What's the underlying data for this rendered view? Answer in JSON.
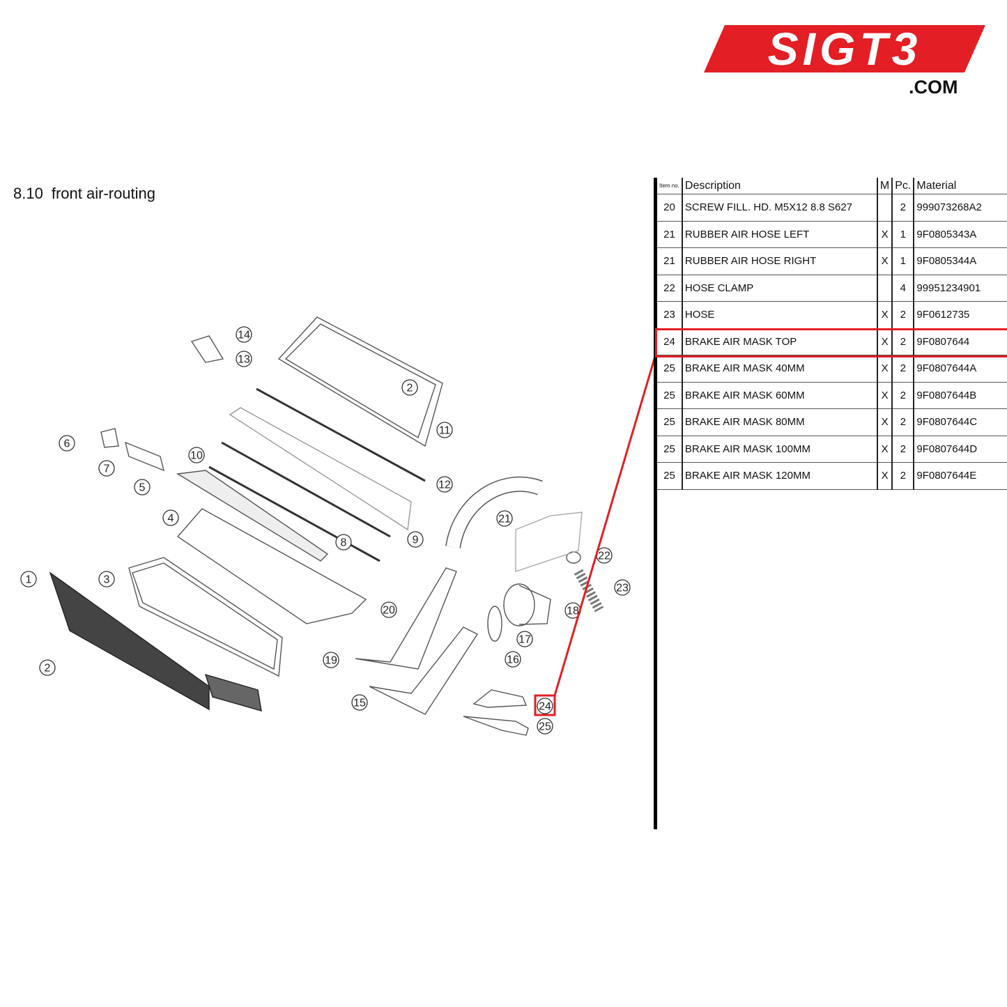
{
  "logo": {
    "text": "SIGT3",
    "domain": ".COM",
    "color": "#e31e24"
  },
  "section": {
    "number": "8.10",
    "title": "front air-routing"
  },
  "table": {
    "headers": {
      "item": "Item no.",
      "description": "Description",
      "m": "M",
      "pc": "Pc.",
      "material": "Material"
    },
    "rows": [
      {
        "item": "20",
        "description": "SCREW FILL. HD. M5X12 8.8 S627",
        "m": "",
        "pc": "2",
        "material": "999073268A2"
      },
      {
        "item": "21",
        "description": "RUBBER AIR HOSE LEFT",
        "m": "X",
        "pc": "1",
        "material": "9F0805343A"
      },
      {
        "item": "21",
        "description": "RUBBER AIR HOSE RIGHT",
        "m": "X",
        "pc": "1",
        "material": "9F0805344A"
      },
      {
        "item": "22",
        "description": "HOSE CLAMP",
        "m": "",
        "pc": "4",
        "material": "99951234901"
      },
      {
        "item": "23",
        "description": "HOSE",
        "m": "X",
        "pc": "2",
        "material": "9F0612735"
      },
      {
        "item": "24",
        "description": "BRAKE AIR MASK TOP",
        "m": "X",
        "pc": "2",
        "material": "9F0807644"
      },
      {
        "item": "25",
        "description": "BRAKE AIR MASK 40MM",
        "m": "X",
        "pc": "2",
        "material": "9F0807644A"
      },
      {
        "item": "25",
        "description": "BRAKE AIR MASK 60MM",
        "m": "X",
        "pc": "2",
        "material": "9F0807644B"
      },
      {
        "item": "25",
        "description": "BRAKE AIR MASK 80MM",
        "m": "X",
        "pc": "2",
        "material": "9F0807644C"
      },
      {
        "item": "25",
        "description": "BRAKE AIR MASK 100MM",
        "m": "X",
        "pc": "2",
        "material": "9F0807644D"
      },
      {
        "item": "25",
        "description": "BRAKE AIR MASK 120MM",
        "m": "X",
        "pc": "2",
        "material": "9F0807644E"
      }
    ],
    "highlighted_item": "24",
    "highlight_color": "#e31e24"
  },
  "callouts": [
    "14",
    "13",
    "2",
    "11",
    "6",
    "7",
    "5",
    "10",
    "12",
    "4",
    "21",
    "8",
    "9",
    "22",
    "23",
    "1",
    "3",
    "20",
    "18",
    "17",
    "16",
    "2",
    "19",
    "15",
    "24",
    "25"
  ]
}
